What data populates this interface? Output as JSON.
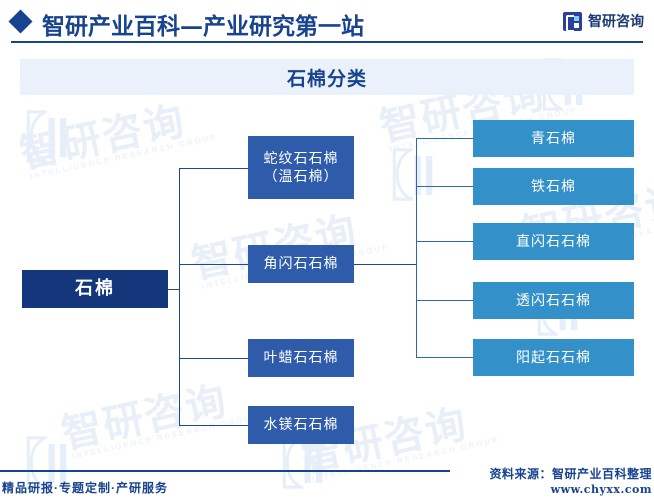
{
  "header": {
    "diamond_icon": "diamond-bullet-icon",
    "title": "智研产业百科—产业研究第一站",
    "brand_icon": "zhiyan-logo-icon",
    "brand_text": "智研咨询"
  },
  "chart": {
    "title": "石棉分类",
    "colors": {
      "root": "#14377c",
      "level2": "#2f5bab",
      "level3": "#3390c8",
      "accent": "#17438f",
      "title_band": "#eaf1fa",
      "line": "#1e4a8c"
    },
    "root": {
      "label": "石棉"
    },
    "level2": [
      {
        "label": "蛇纹石石棉\n（温石棉）"
      },
      {
        "label": "角闪石石棉"
      },
      {
        "label": "叶蜡石石棉"
      },
      {
        "label": "水镁石石棉"
      }
    ],
    "level3": [
      {
        "label": "青石棉"
      },
      {
        "label": "铁石棉"
      },
      {
        "label": "直闪石石棉"
      },
      {
        "label": "透闪石石棉"
      },
      {
        "label": "阳起石石棉"
      }
    ]
  },
  "watermarks": {
    "text": "智研咨询",
    "sub": "INTELLIGENCE RESEARCH GROUP"
  },
  "footer": {
    "left": "精品研报·专题定制·产研服务",
    "source": "资料来源：智研产业百科整理",
    "url": "www.chyxx.com"
  }
}
